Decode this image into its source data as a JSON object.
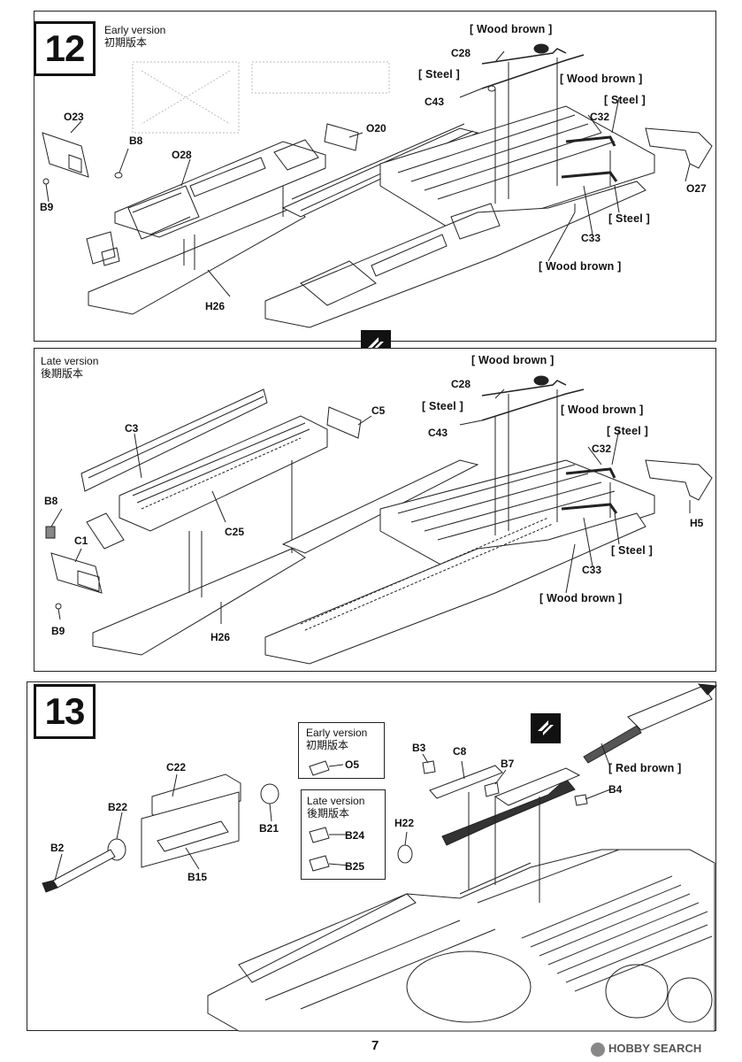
{
  "step12": {
    "number": "12",
    "early_note_en": "Early version",
    "early_note_jp": "初期版本",
    "late_note_en": "Late version",
    "late_note_jp": "後期版本",
    "early_labels": {
      "o23": "O23",
      "b9": "B9",
      "b8": "B8",
      "o28": "O28",
      "o20": "O20",
      "h26": "H26",
      "c28": "C28",
      "c43": "C43",
      "c32": "C32",
      "c33": "C33",
      "o27": "O27",
      "wood1": "[ Wood brown ]",
      "steel1": "[ Steel ]",
      "wood2": "[ Wood brown ]",
      "steel2": "[ Steel ]",
      "steel3": "[ Steel ]",
      "wood3": "[ Wood brown ]"
    },
    "late_labels": {
      "c3": "C3",
      "c5": "C5",
      "b8": "B8",
      "c1": "C1",
      "b9": "B9",
      "c25": "C25",
      "h26": "H26",
      "c28": "C28",
      "c43": "C43",
      "c32": "C32",
      "c33": "C33",
      "h5": "H5",
      "wood1": "[ Wood brown ]",
      "steel1": "[ Steel ]",
      "wood2": "[ Wood brown ]",
      "steel2": "[ Steel ]",
      "steel3": "[ Steel ]",
      "wood3": "[ Wood brown ]"
    }
  },
  "step13": {
    "number": "13",
    "early_note_en": "Early version",
    "early_note_jp": "初期版本",
    "late_note_en": "Late version",
    "late_note_jp": "後期版本",
    "labels": {
      "c22": "C22",
      "b22": "B22",
      "b2": "B2",
      "b15": "B15",
      "b21": "B21",
      "o5": "O5",
      "b24": "B24",
      "b25": "B25",
      "b3": "B3",
      "c8": "C8",
      "b7": "B7",
      "h22": "H22",
      "b4": "B4",
      "red": "[ Red brown ]"
    }
  },
  "footer": {
    "page_number": "7",
    "watermark": "HOBBY SEARCH"
  },
  "icons": {
    "swap": "swap-arrows-icon",
    "watermark": "hobby-search-logo-icon"
  }
}
